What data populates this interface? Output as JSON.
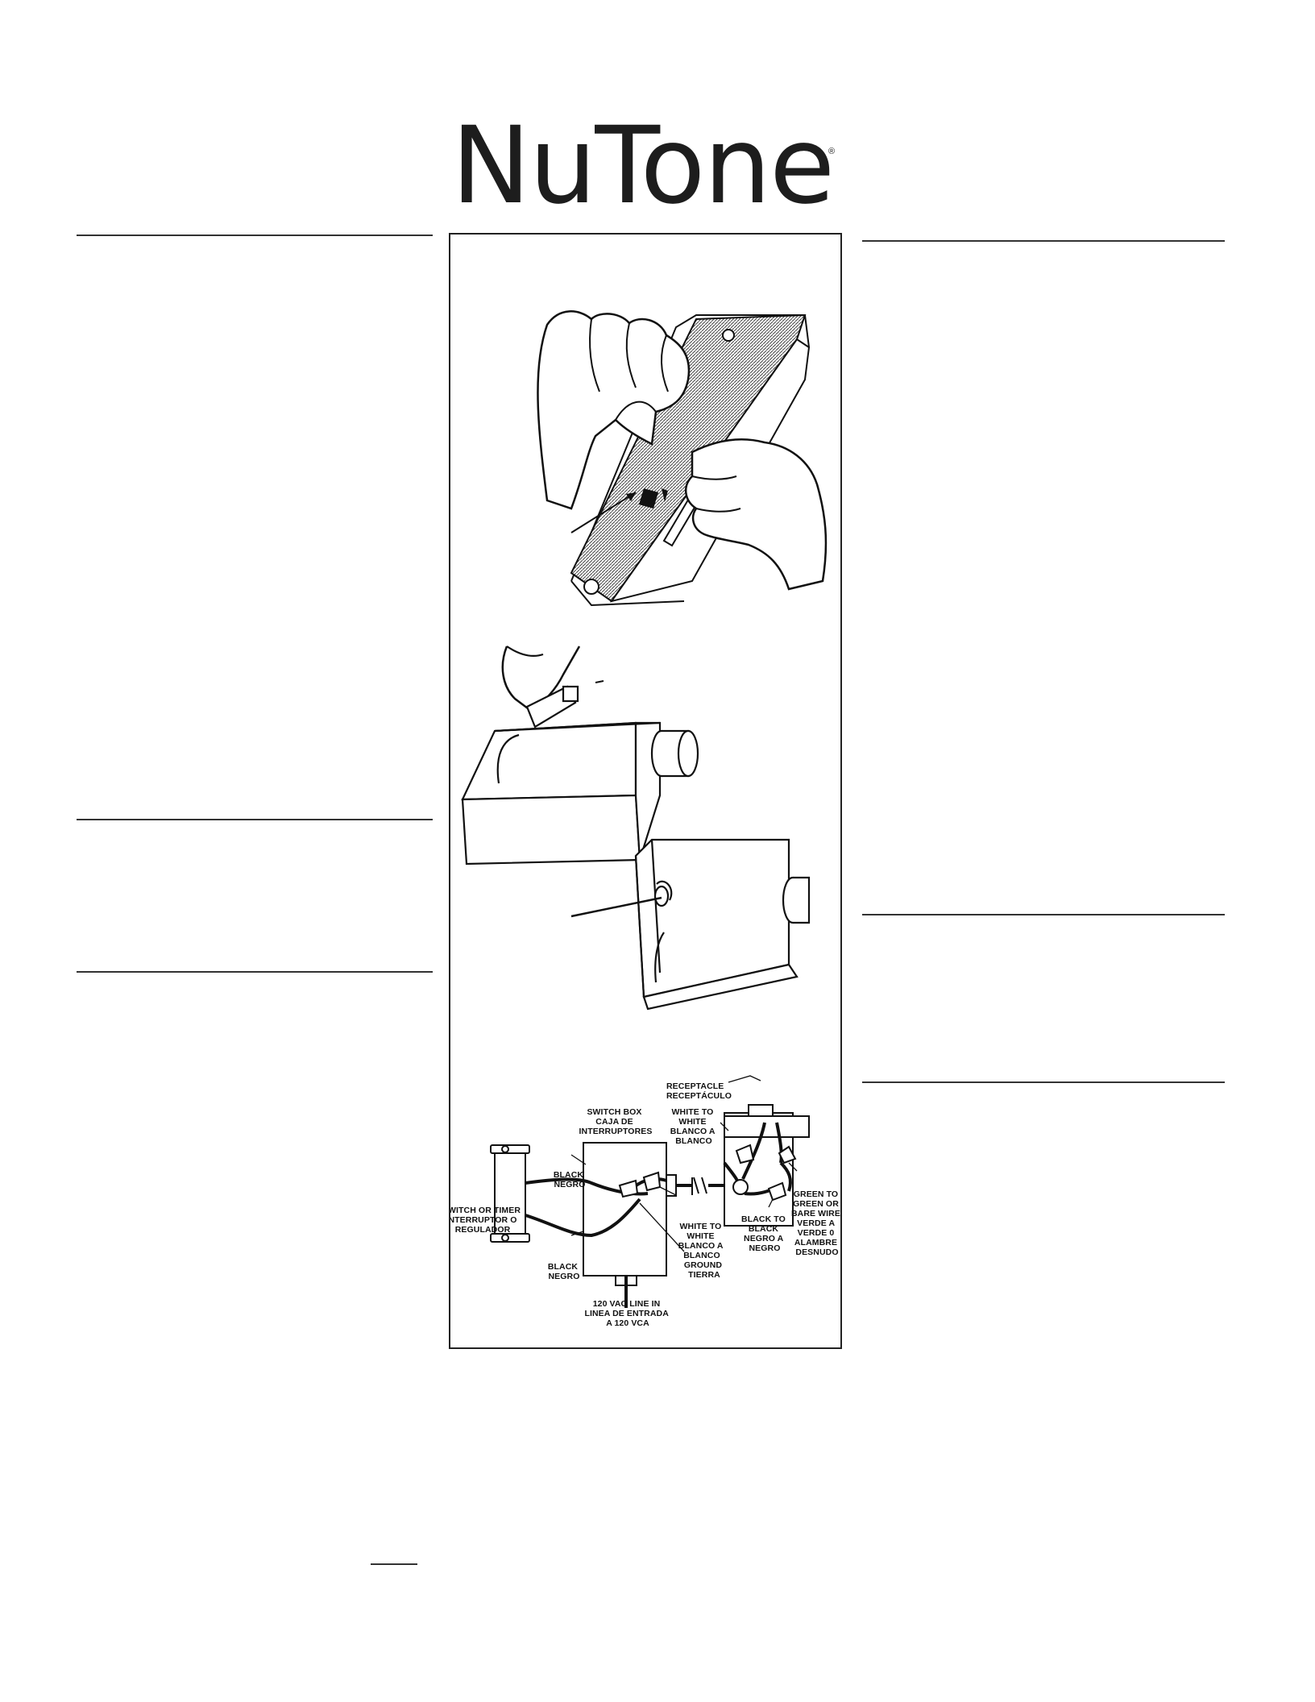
{
  "brand": {
    "name": "NuTone",
    "registered_mark": "®"
  },
  "wiring_diagram": {
    "receptacle": [
      "RECEPTACLE",
      "RECEPTÁCULO"
    ],
    "switch_box": [
      "SWITCH BOX",
      "CAJA DE",
      "INTERRUPTORES"
    ],
    "white_to_white_top": [
      "WHITE TO",
      "WHITE",
      "BLANCO A",
      "BLANCO"
    ],
    "black_top": [
      "BLACK",
      "NEGRO"
    ],
    "switch_or_timer": [
      "SWITCH OR TIMER",
      "INTERRUPTOR O",
      "REGULADOR"
    ],
    "white_to_white_mid": [
      "WHITE TO",
      "WHITE",
      "BLANCO A",
      "BLANCO"
    ],
    "black_bottom": [
      "BLACK",
      "NEGRO"
    ],
    "ground": [
      "GROUND",
      "TIERRA"
    ],
    "line_in": [
      "120 VAC LINE IN",
      "LINEA DE ENTRADA",
      "A 120 VCA"
    ],
    "black_to_black": [
      "BLACK TO",
      "BLACK",
      "NEGRO A",
      "NEGRO"
    ],
    "green_to_green": [
      "GREEN TO",
      "GREEN OR",
      "BARE WIRE",
      "VERDE A",
      "VERDE 0",
      "ALAMBRE",
      "DESNUDO"
    ]
  }
}
